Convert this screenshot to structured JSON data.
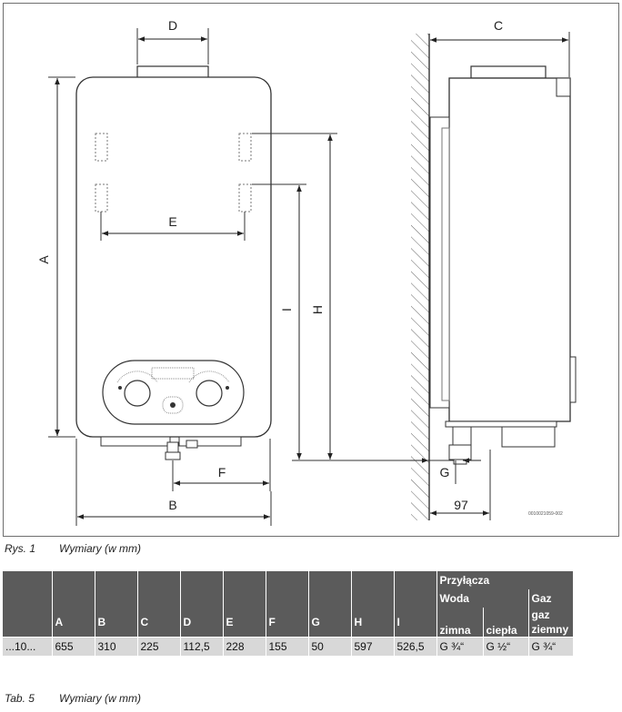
{
  "figure": {
    "dimension_labels": {
      "A": "A",
      "B": "B",
      "C": "C",
      "D": "D",
      "E": "E",
      "F": "F",
      "G": "G",
      "H": "H",
      "I": "I"
    },
    "depth_value": "97",
    "figure_code": "0010021059-002",
    "caption_number": "Rys. 1",
    "caption_text": "Wymiary (w mm)"
  },
  "table": {
    "group_header": "Przyłącza",
    "water_header": "Woda",
    "gas_header": "Gaz",
    "columns": [
      "A",
      "B",
      "C",
      "D",
      "E",
      "F",
      "G",
      "H",
      "I"
    ],
    "cold_header": "zimna",
    "hot_header": "ciepła",
    "natural_gas_header": "gaz ziemny",
    "row": {
      "model": "...10...",
      "values": [
        "655",
        "310",
        "225",
        "112,5",
        "228",
        "155",
        "50",
        "597",
        "526,5"
      ],
      "cold": "G ¾“",
      "hot": "G ½“",
      "gas": "G ¾“"
    },
    "caption_number": "Tab. 5",
    "caption_text": "Wymiary (w mm)"
  },
  "colors": {
    "header_bg": "#5b5b5b",
    "row_bg": "#d8d8d8",
    "line": "#222222"
  }
}
